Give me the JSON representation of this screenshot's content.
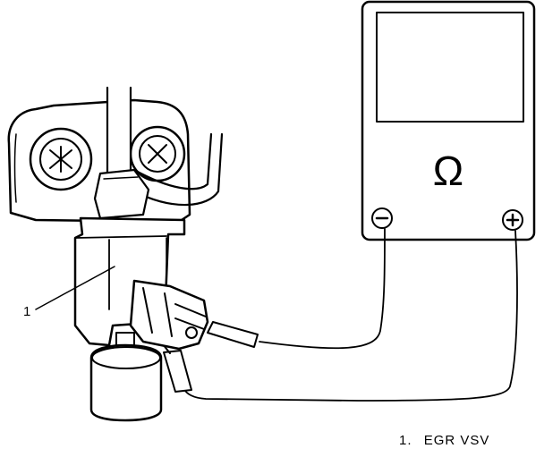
{
  "diagram": {
    "callout_number": "1",
    "meter_symbol": "Ω",
    "negative_terminal": "⊖",
    "positive_terminal": "⊕",
    "legend": {
      "number": "1.",
      "label": "EGR VSV"
    }
  },
  "colors": {
    "ink": "#000000",
    "background": "#ffffff"
  }
}
